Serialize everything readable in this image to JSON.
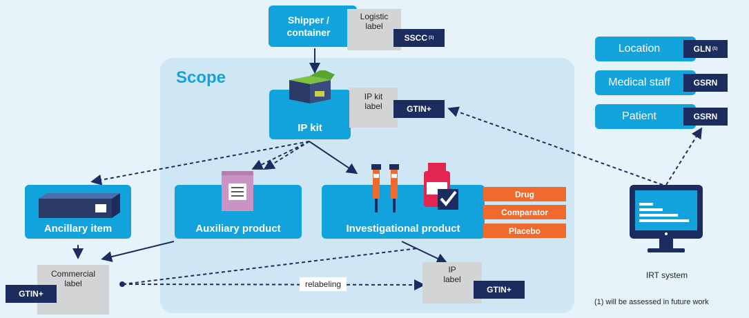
{
  "scope": {
    "title": "Scope"
  },
  "shipper": {
    "label": "Shipper / container",
    "logistic_label": "Logistic label",
    "sscc": "SSCC",
    "sscc_note": "(1)"
  },
  "ip_kit": {
    "label": "IP kit",
    "kit_label": "IP kit label",
    "gtin": "GTIN+"
  },
  "ancillary": {
    "label": "Ancillary item"
  },
  "auxiliary": {
    "label": "Auxiliary product"
  },
  "investigational": {
    "label": "Investigational product",
    "tags": [
      "Drug",
      "Comparator",
      "Placebo"
    ]
  },
  "commercial": {
    "label": "Commercial label",
    "gtin": "GTIN+"
  },
  "relabeling": {
    "text": "relabeling"
  },
  "ip_label": {
    "label": "IP label",
    "gtin": "GTIN+"
  },
  "right": {
    "location": {
      "label": "Location",
      "code": "GLN",
      "note": "(1)"
    },
    "medical": {
      "label": "Medical staff",
      "code": "GSRN"
    },
    "patient": {
      "label": "Patient",
      "code": "GSRN"
    }
  },
  "irt": {
    "label": "IRT system"
  },
  "footnote": "(1) will be assessed in future work",
  "colors": {
    "primary": "#13a3dc",
    "navy": "#1c2c5e",
    "orange": "#ef6a2c",
    "label_gray": "#d2d4d6",
    "background": "#e6f3fb",
    "scope_bg": "#cfe6f5"
  }
}
